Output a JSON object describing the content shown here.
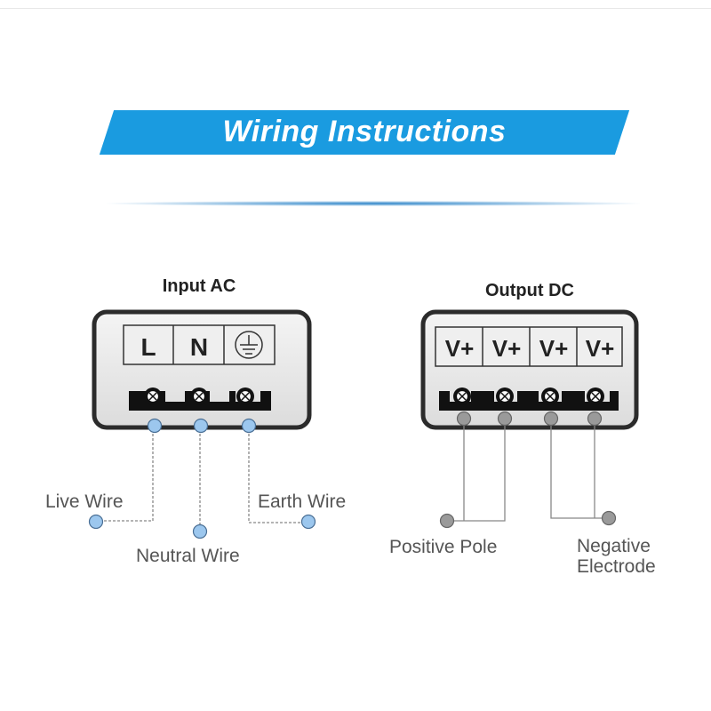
{
  "title": "Wiring Instructions",
  "input": {
    "heading": "Input AC",
    "terminals": [
      "L",
      "N",
      "⏚"
    ],
    "wires": {
      "live": "Live Wire",
      "neutral": "Neutral Wire",
      "earth": "Earth Wire"
    }
  },
  "output": {
    "heading": "Output DC",
    "terminals": [
      "V+",
      "V+",
      "V+",
      "V+"
    ],
    "wires": {
      "positive": "Positive Pole",
      "negative_line1": "Negative",
      "negative_line2": "Electrode"
    }
  },
  "colors": {
    "banner": "#1a9be0",
    "input_dot": "#9cc7ee",
    "output_dot": "#9a9a9a",
    "frame": "#2b2b2b",
    "label": "#555555"
  }
}
